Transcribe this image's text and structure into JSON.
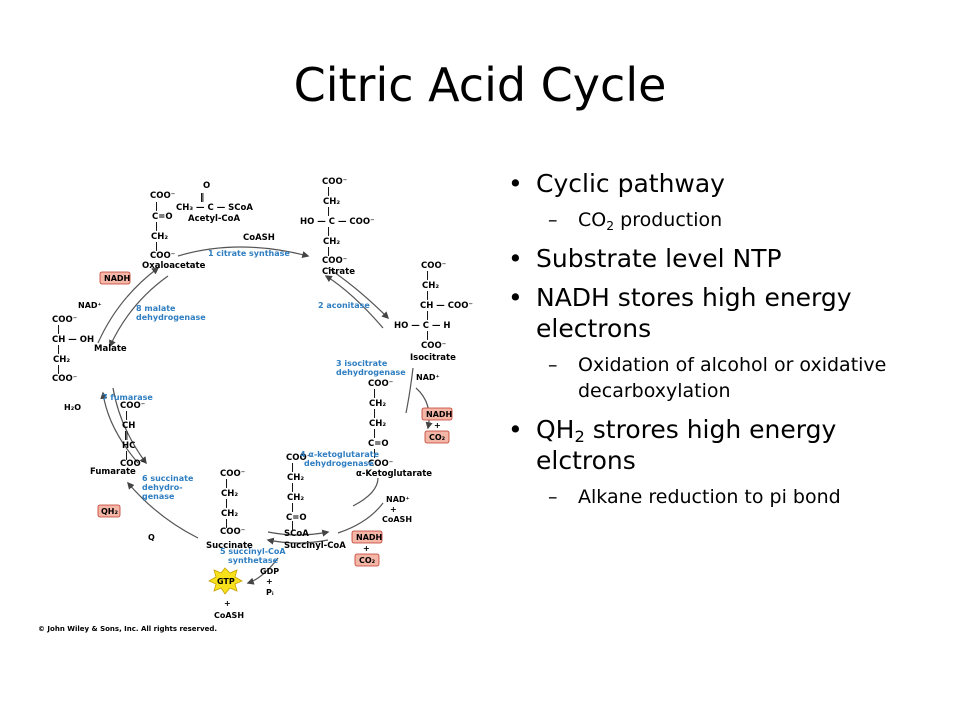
{
  "slide": {
    "title": "Citric Acid Cycle"
  },
  "bullets": {
    "b1_text": "Cyclic pathway",
    "b1_sub": "CO2 production",
    "b2_text": "Substrate level NTP",
    "b3_text": "NADH stores high energy electrons",
    "b3_sub": "Oxidation of alcohol or oxidative decarboxylation",
    "b4_text": "QH2 strores high energy elctrons",
    "b4_sub": "Alkane reduction to pi bond"
  },
  "diagram": {
    "metabolites": {
      "oxaloacetate": "Oxaloacetate",
      "citrate": "Citrate",
      "isocitrate": "Isocitrate",
      "ketoglutarate": "α-Ketoglutarate",
      "succinyl_coa": "Succinyl-CoA",
      "succinate": "Succinate",
      "fumarate": "Fumarate",
      "malate": "Malate",
      "acetyl_coa": "Acetyl-CoA"
    },
    "enzymes": {
      "e1": "1 citrate synthase",
      "e2": "2 aconitase",
      "e3a": "3 isocitrate",
      "e3b": "dehydrogenase",
      "e4a": "4 α-ketoglutarate",
      "e4b": "dehydrogenase",
      "e5a": "5 succinyl-CoA",
      "e5b": "synthetase",
      "e6a": "6 succinate",
      "e6b": "dehydro-",
      "e6c": "genase",
      "e7": "7 fumarase",
      "e8a": "8 malate",
      "e8b": "dehydrogenase"
    },
    "cofactors": {
      "nadh": "NADH",
      "nad": "NAD⁺",
      "co2": "CO₂",
      "qh2": "QH₂",
      "q": "Q",
      "gtp": "GTP",
      "gdp": "GDP",
      "pi": "Pᵢ",
      "coash": "CoASH",
      "h2o": "H₂O",
      "scoa": "SCoA",
      "plus": "+"
    },
    "colors": {
      "enzyme": "#2f7ec1",
      "badge_fill": "#f4b6a6",
      "badge_stroke": "#c0392b",
      "gtp_fill": "#f7e11b"
    },
    "copyright": "© John Wiley & Sons, Inc. All rights reserved."
  }
}
